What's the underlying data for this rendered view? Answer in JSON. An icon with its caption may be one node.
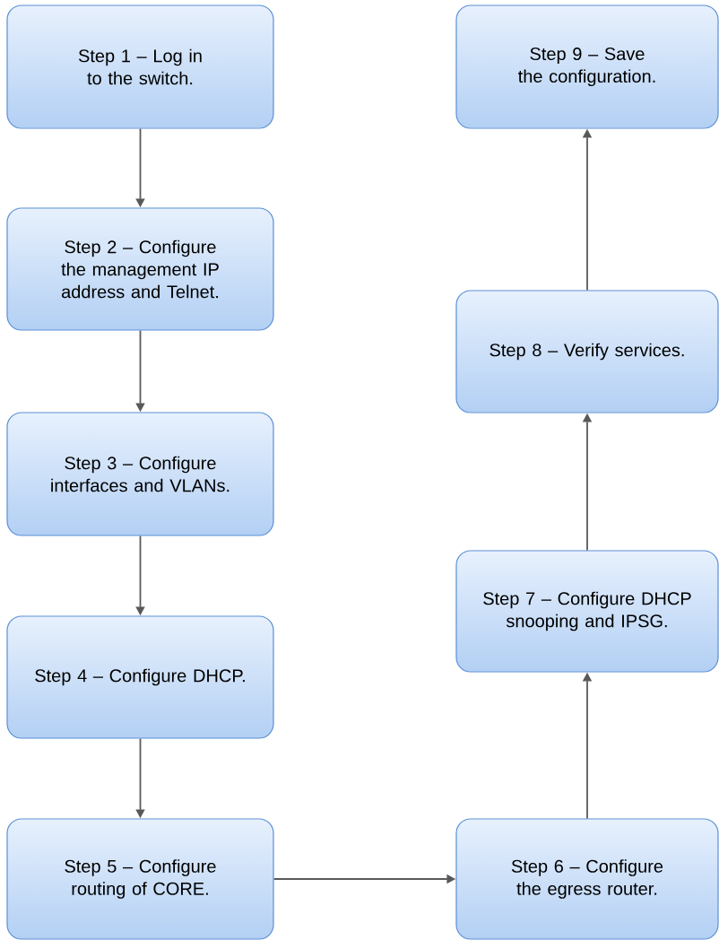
{
  "diagram": {
    "nodes": [
      {
        "text": [
          "Step 1 – Log in to the switch."
        ]
      },
      {
        "text": [
          "Step 2 – Configure the management IP address and Telnet."
        ]
      },
      {
        "text": [
          "Step 3 – Configure interfaces and VLANs."
        ]
      },
      {
        "text": [
          "Step 4 – Configure DHCP."
        ]
      },
      {
        "text": [
          "Step 5 – Configure routing of CORE."
        ]
      },
      {
        "text": [
          "Step 6 – Configure the egress router."
        ]
      },
      {
        "text": [
          "Step 7 – Configure DHCP snooping and IPSG."
        ]
      },
      {
        "text": [
          "Step 8 – Verify services."
        ]
      },
      {
        "text": [
          "Step 9 – Save the configuration."
        ]
      }
    ],
    "edges": [
      {
        "from": 0,
        "to": 1,
        "arrow": "to"
      },
      {
        "from": 1,
        "to": 2,
        "arrow": "to"
      },
      {
        "from": 2,
        "to": 3,
        "arrow": "to"
      },
      {
        "from": 3,
        "to": 4,
        "arrow": "to"
      },
      {
        "from": 4,
        "to": 5,
        "arrow": "to"
      },
      {
        "from": 5,
        "to": 6,
        "arrow": "to"
      },
      {
        "from": 6,
        "to": 7,
        "arrow": "to"
      },
      {
        "from": 7,
        "to": 8,
        "arrow": "to"
      }
    ]
  }
}
